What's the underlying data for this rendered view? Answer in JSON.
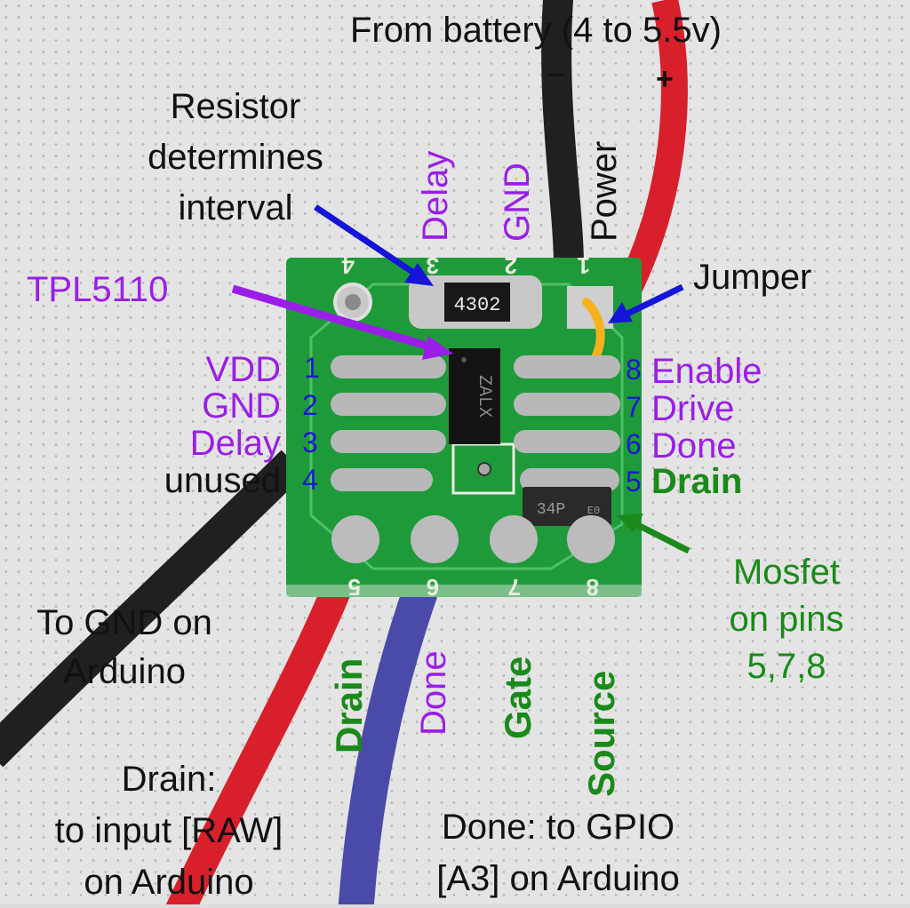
{
  "title": "TPL5110 breakout wiring",
  "colors": {
    "label_black": "#111111",
    "label_purple": "#9a1ee8",
    "pin_blue": "#1a1ad0",
    "mosfet_green": "#1a8a1a",
    "pcb_green": "#1f9a3a",
    "wire_red": "#d8202c",
    "wire_black": "#202020",
    "wire_blue": "#4a4aa8",
    "jumper_orange": "#f5b21e"
  },
  "battery": {
    "label": "From battery (4 to 5.5v)",
    "minus": "−",
    "plus": "+"
  },
  "resistor_note": {
    "lines": [
      "Resistor",
      "determines",
      "interval"
    ],
    "marking": "4302"
  },
  "chip": {
    "label": "TPL5110",
    "marking": "ZALX"
  },
  "mosfet": {
    "marking": "34P",
    "sub_marking": "E0",
    "note_lines": [
      "Mosfet",
      "on pins",
      "5,7,8"
    ]
  },
  "jumper_label": "Jumper",
  "top_pads": [
    {
      "number": "4",
      "label": ""
    },
    {
      "number": "3",
      "label": "Delay"
    },
    {
      "number": "2",
      "label": "GND"
    },
    {
      "number": "1",
      "label": "Power"
    }
  ],
  "left_pins": [
    {
      "number": "1",
      "label": "VDD"
    },
    {
      "number": "2",
      "label": "GND"
    },
    {
      "number": "3",
      "label": "Delay"
    },
    {
      "number": "4",
      "label": "unused"
    }
  ],
  "right_pins": [
    {
      "number": "8",
      "label": "Enable"
    },
    {
      "number": "7",
      "label": "Drive"
    },
    {
      "number": "6",
      "label": "Done"
    },
    {
      "number": "5",
      "label": "Drain"
    }
  ],
  "bottom_pads": [
    {
      "number": "5",
      "label": "Drain"
    },
    {
      "number": "6",
      "label": "Done"
    },
    {
      "number": "7",
      "label": "Gate"
    },
    {
      "number": "8",
      "label": "Source"
    }
  ],
  "notes": {
    "gnd": [
      "To GND on",
      "Arduino"
    ],
    "drain": [
      "Drain:",
      "to input [RAW]",
      "on Arduino"
    ],
    "done": [
      "Done: to GPIO",
      "[A3] on Arduino"
    ]
  }
}
